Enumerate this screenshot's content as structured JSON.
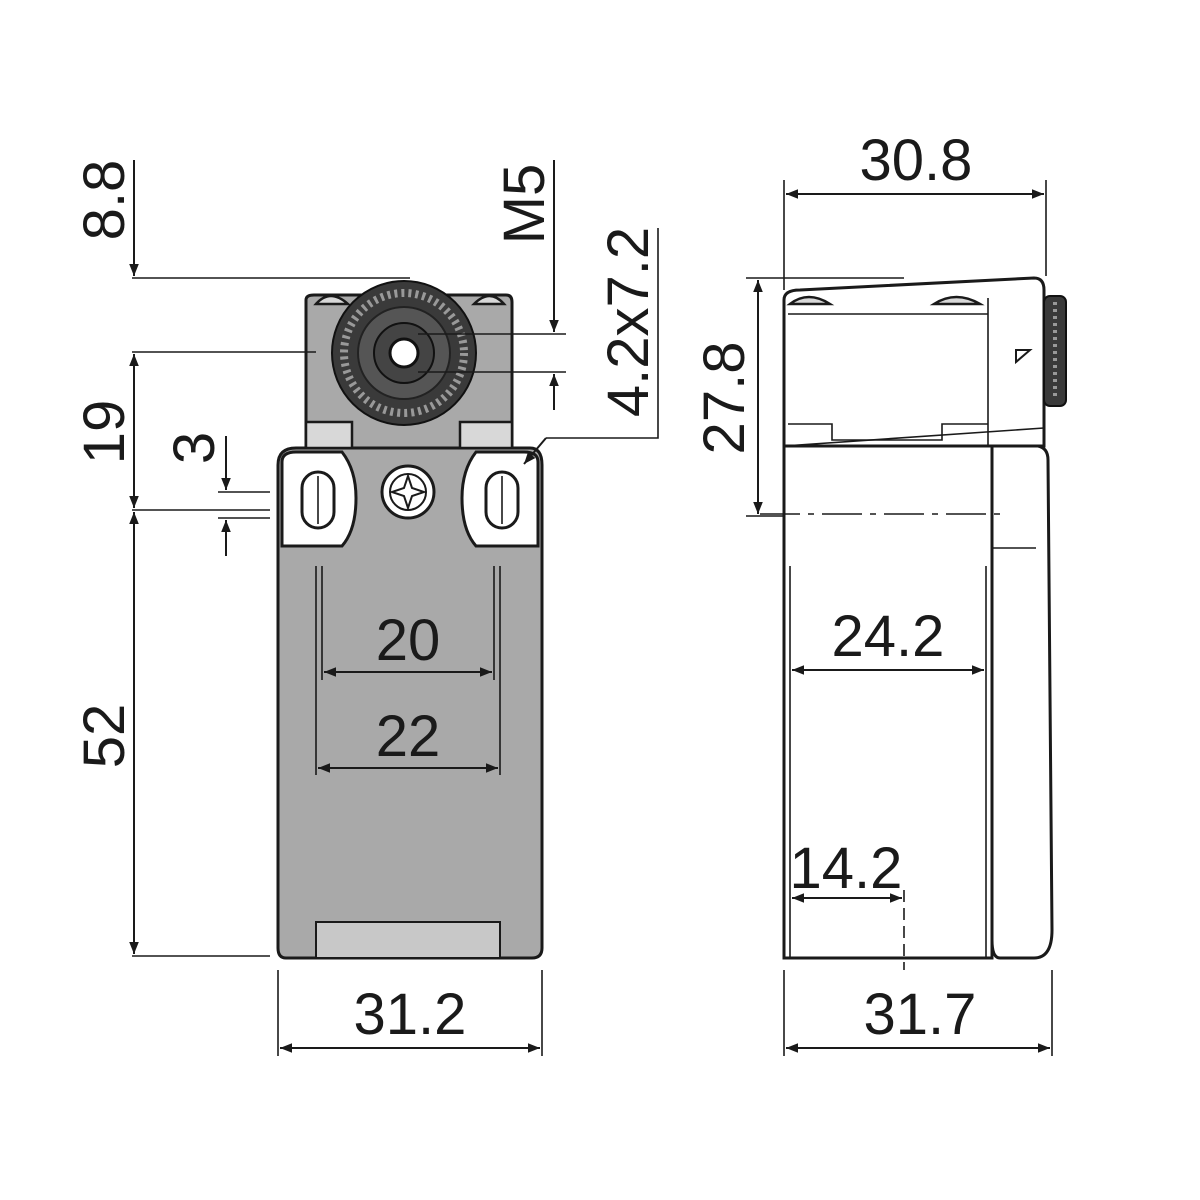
{
  "colors": {
    "body": "#a9a9a9",
    "light": "#d8d8d8",
    "dark": "#3a3a3a",
    "line": "#1a1a1a"
  },
  "front_view": {
    "dim_top_offset": "8.8",
    "dim_roller_height": "19",
    "dim_slot_offset": "3",
    "dim_body_height": "52",
    "dim_thread": "M5",
    "dim_slot": "4.2x7.2",
    "dim_inner_spacing": "20",
    "dim_outer_spacing": "22",
    "dim_width": "31.2"
  },
  "side_view": {
    "dim_top_width": "30.8",
    "dim_head_height": "27.8",
    "dim_inner_width": "24.2",
    "dim_center_offset": "14.2",
    "dim_base_width": "31.7"
  }
}
